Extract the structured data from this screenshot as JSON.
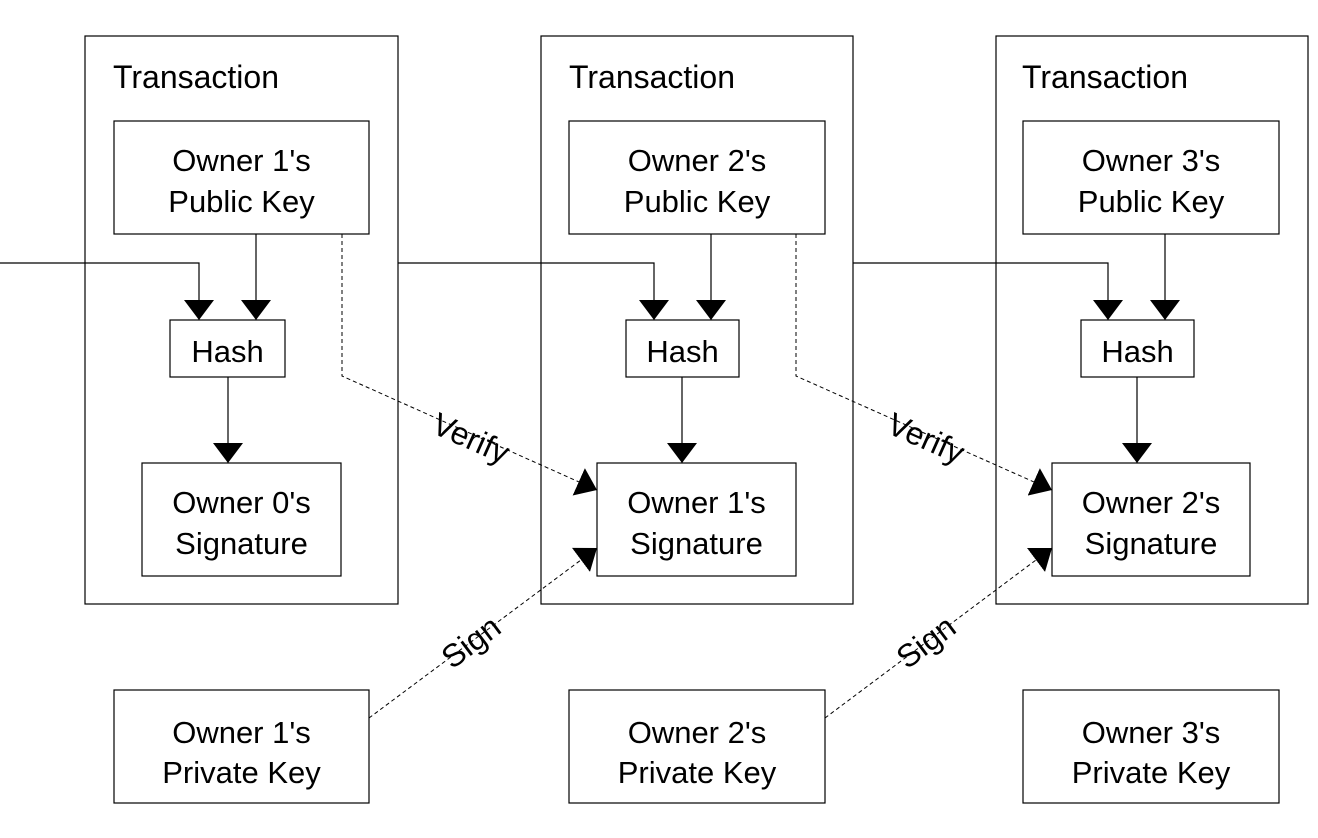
{
  "transactions": [
    {
      "title": "Transaction",
      "public_key": [
        "Owner 1's",
        "Public Key"
      ],
      "hash": "Hash",
      "signature": [
        "Owner 0's",
        "Signature"
      ],
      "private_key": [
        "Owner 1's",
        "Private Key"
      ]
    },
    {
      "title": "Transaction",
      "public_key": [
        "Owner 2's",
        "Public Key"
      ],
      "hash": "Hash",
      "signature": [
        "Owner 1's",
        "Signature"
      ],
      "private_key": [
        "Owner 2's",
        "Private Key"
      ]
    },
    {
      "title": "Transaction",
      "public_key": [
        "Owner 3's",
        "Public Key"
      ],
      "hash": "Hash",
      "signature": [
        "Owner 2's",
        "Signature"
      ],
      "private_key": [
        "Owner 3's",
        "Private Key"
      ]
    }
  ],
  "edges": {
    "verify": "Verify",
    "sign": "Sign"
  }
}
